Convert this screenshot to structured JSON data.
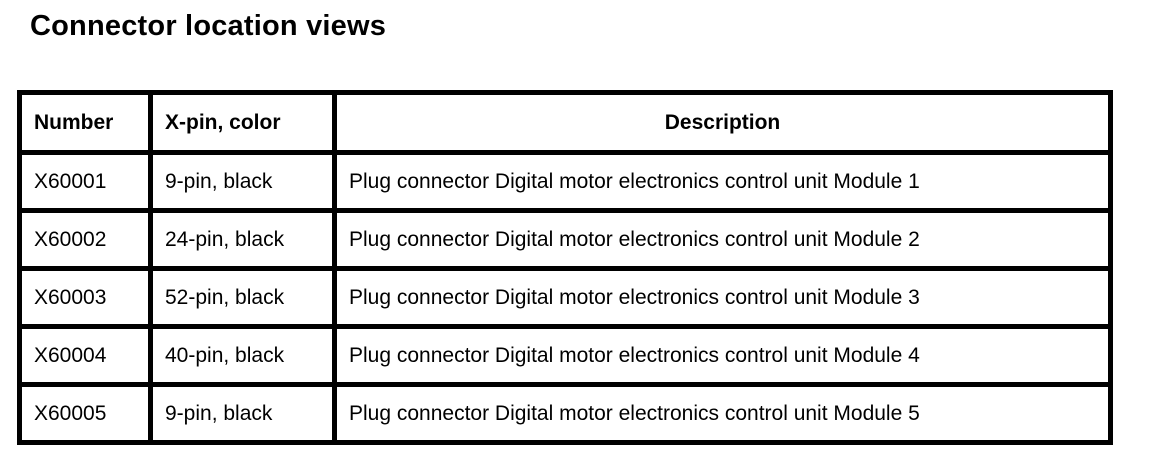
{
  "page": {
    "title": "Connector location views"
  },
  "colors": {
    "text": "#000000",
    "background": "#ffffff",
    "table_border": "#000000"
  },
  "table": {
    "columns": [
      {
        "label": "Number",
        "align": "left"
      },
      {
        "label": "X-pin, color",
        "align": "left"
      },
      {
        "label": "Description",
        "align": "center"
      }
    ],
    "rows": [
      {
        "number": "X60001",
        "pin_color": "9-pin, black",
        "description": "Plug connector Digital motor electronics control unit Module 1"
      },
      {
        "number": "X60002",
        "pin_color": "24-pin, black",
        "description": "Plug connector Digital motor electronics control unit Module 2"
      },
      {
        "number": "X60003",
        "pin_color": "52-pin, black",
        "description": "Plug connector Digital motor electronics control unit Module 3"
      },
      {
        "number": "X60004",
        "pin_color": "40-pin, black",
        "description": "Plug connector Digital motor electronics control unit Module 4"
      },
      {
        "number": "X60005",
        "pin_color": "9-pin, black",
        "description": "Plug connector Digital motor electronics control unit Module 5"
      }
    ]
  }
}
